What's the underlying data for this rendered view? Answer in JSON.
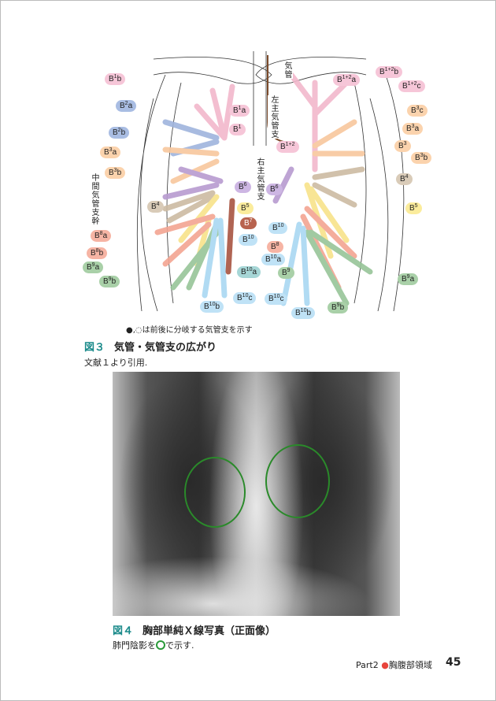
{
  "diagram": {
    "trachea": "気管",
    "left_main": "左主気管支",
    "right_main": "右主気管支",
    "intermediate": "中間気管支幹",
    "labels": [
      {
        "sup": "1",
        "suf": "b",
        "c": "pink"
      },
      {
        "sup": "2",
        "suf": "a",
        "c": "blue"
      },
      {
        "sup": "2",
        "suf": "b",
        "c": "blue"
      },
      {
        "sup": "3",
        "suf": "a",
        "c": "peach"
      },
      {
        "sup": "3",
        "suf": "b",
        "c": "peach"
      },
      {
        "sup": "4",
        "suf": "",
        "c": "tan"
      },
      {
        "sup": "8",
        "suf": "a",
        "c": "salmon"
      },
      {
        "sup": "8",
        "suf": "b",
        "c": "salmon"
      },
      {
        "sup": "9",
        "suf": "a",
        "c": "green"
      },
      {
        "sup": "9",
        "suf": "b",
        "c": "green"
      },
      {
        "sup": "1",
        "suf": "a",
        "c": "pink"
      },
      {
        "sup": "1",
        "suf": "",
        "c": "pink"
      },
      {
        "sup": "6",
        "suf": "",
        "c": "purple"
      },
      {
        "sup": "5",
        "suf": "",
        "c": "yellow"
      },
      {
        "sup": "7",
        "suf": "",
        "c": "brown"
      },
      {
        "sup": "10",
        "suf": "",
        "c": "lblue"
      },
      {
        "sup": "10",
        "suf": "a",
        "c": "teal"
      },
      {
        "sup": "10",
        "suf": "c",
        "c": "lblue"
      },
      {
        "sup": "10",
        "suf": "b",
        "c": "lblue"
      },
      {
        "sup": "1+2",
        "suf": "b",
        "c": "pink"
      },
      {
        "sup": "1+2",
        "suf": "a",
        "c": "pink"
      },
      {
        "sup": "1+2",
        "suf": "c",
        "c": "pink"
      },
      {
        "sup": "3",
        "suf": "c",
        "c": "peach"
      },
      {
        "sup": "3",
        "suf": "a",
        "c": "peach"
      },
      {
        "sup": "3",
        "suf": "",
        "c": "peach"
      },
      {
        "sup": "3",
        "suf": "b",
        "c": "peach"
      },
      {
        "sup": "4",
        "suf": "",
        "c": "tan"
      },
      {
        "sup": "5",
        "suf": "",
        "c": "yellow"
      },
      {
        "sup": "1+2",
        "suf": "",
        "c": "pink"
      },
      {
        "sup": "6",
        "suf": "",
        "c": "purple"
      },
      {
        "sup": "10",
        "suf": "",
        "c": "lblue"
      },
      {
        "sup": "8",
        "suf": "",
        "c": "salmon"
      },
      {
        "sup": "10",
        "suf": "a",
        "c": "lblue"
      },
      {
        "sup": "9",
        "suf": "",
        "c": "green"
      },
      {
        "sup": "10",
        "suf": "c",
        "c": "lblue"
      },
      {
        "sup": "10",
        "suf": "b",
        "c": "lblue"
      },
      {
        "sup": "9",
        "suf": "a",
        "c": "green"
      },
      {
        "sup": "9",
        "suf": "b",
        "c": "green"
      }
    ],
    "prefix": "B"
  },
  "note": "●,◌は前後に分岐する気管支を示す",
  "fig3": {
    "num": "図３",
    "title": "気管・気管支の広がり",
    "source": "文献１より引用."
  },
  "fig4": {
    "num": "図４",
    "title": "胸部単純Ｘ線写真（正面像）",
    "desc_before": "肺門陰影を",
    "desc_after": "で示す."
  },
  "footer": {
    "part": "Part2",
    "section": "胸腹部領域",
    "page": "45"
  },
  "colors": {
    "accent": "#1a8a8a",
    "circle": "#2a9a3a",
    "bullet": "#e8453c"
  }
}
